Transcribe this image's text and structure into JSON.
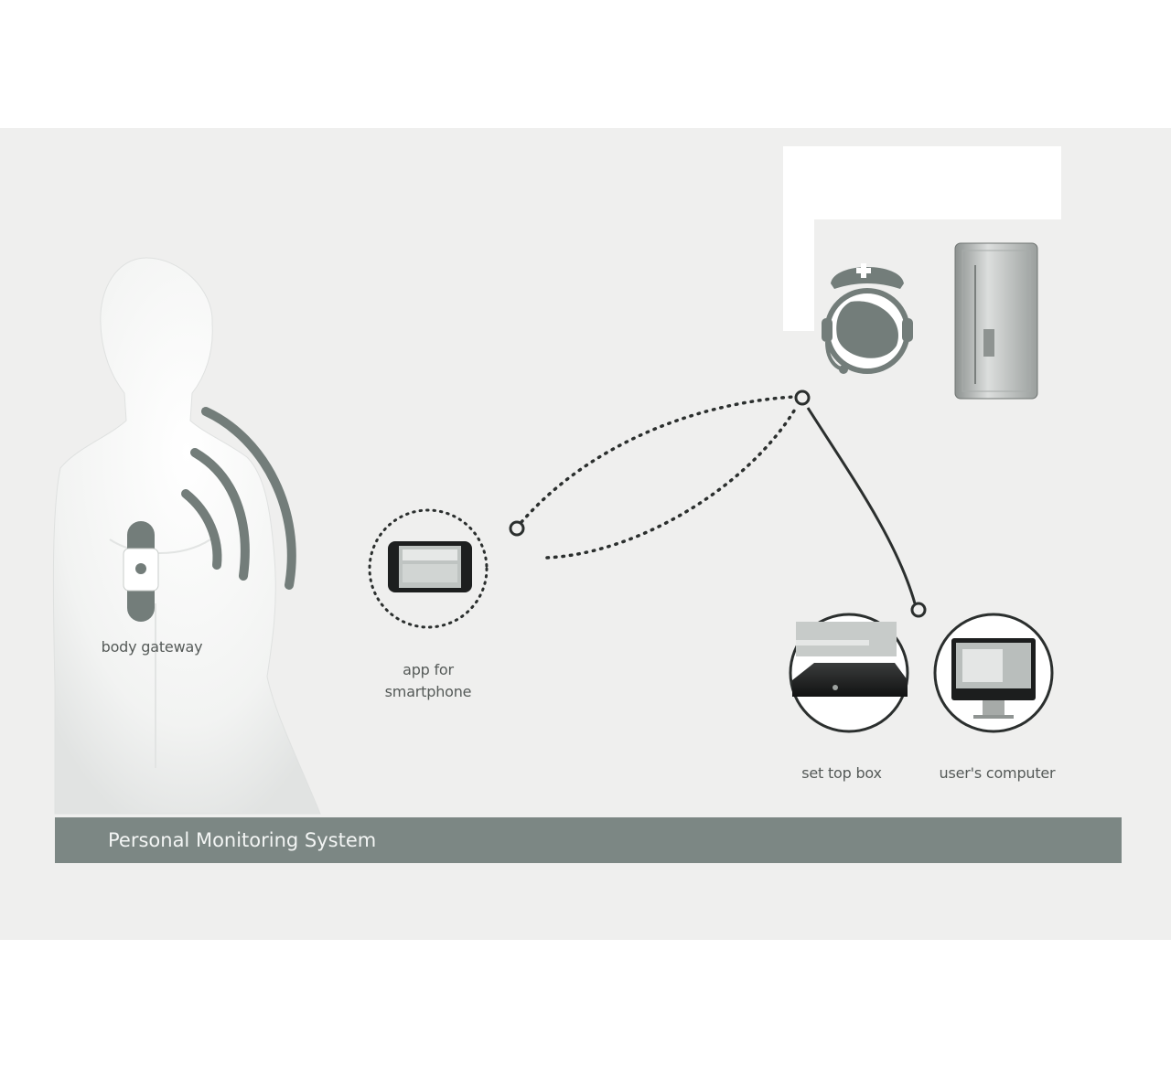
{
  "diagram": {
    "nodes": {
      "body_gateway": {
        "label": "body gateway",
        "icon": "body-gateway-device-icon"
      },
      "smartphone": {
        "label_line1": "app for",
        "label_line2": "smartphone",
        "icon": "smartphone-icon"
      },
      "medical_center": {
        "icon": "nurse-headset-icon"
      },
      "server": {
        "icon": "server-tower-icon"
      },
      "set_top_box": {
        "label": "set top box",
        "icon": "set-top-box-icon"
      },
      "users_computer": {
        "label": "user's computer",
        "icon": "desktop-computer-icon"
      }
    },
    "footer": {
      "title": "Personal Monitoring System"
    },
    "colors": {
      "background": "#efefee",
      "accent_gray": "#737d7a",
      "footer_bar": "#7c8784",
      "dots": "#2b2f2e"
    }
  }
}
